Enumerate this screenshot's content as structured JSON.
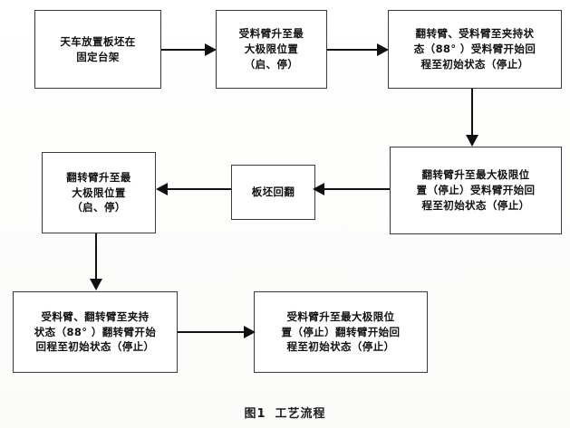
{
  "figure": {
    "caption_label": "图1",
    "caption_title": "工艺流程",
    "ink_color": "#111111",
    "box_border_color": "#3a3a3a",
    "background_color": "#ffffff"
  },
  "nodes": [
    {
      "id": "node-1",
      "name": "node-crane-place-slab",
      "text": "天车放置板坯在\n固定台架"
    },
    {
      "id": "node-2",
      "name": "node-receiving-arm-rise-max",
      "text": "受料臂升至最\n大极限位置\n（启、停）"
    },
    {
      "id": "node-3",
      "name": "node-arms-clamp-88-receiving-return",
      "text": "翻转臂、受料臂至夹持状\n态（88°  ）受料臂开始回\n程至初始状态（停止）"
    },
    {
      "id": "node-4",
      "name": "node-turnover-arm-rise-max-receiving-return",
      "text": "翻转臂升至最大极限位\n置（停止）受料臂开始回\n程至初始状态（停止）"
    },
    {
      "id": "node-5",
      "name": "node-slab-turn-back",
      "text": "板坯回翻"
    },
    {
      "id": "node-6",
      "name": "node-turnover-arm-rise-max",
      "text": "翻转臂升至最\n大极限位置\n（启、停）"
    },
    {
      "id": "node-7",
      "name": "node-arms-clamp-88-turnover-return",
      "text": "受料臂、翻转臂至夹持\n状态（88°  ）翻转臂开始\n回程至初始状态（停止）"
    },
    {
      "id": "node-8",
      "name": "node-receiving-arm-rise-max-turnover-return",
      "text": "受料臂升至最大极限位\n置（停止）翻转臂开始回\n程至初始状态（停止）"
    }
  ],
  "connectors": [
    {
      "name": "arrow-node1-to-node2",
      "direction": "right"
    },
    {
      "name": "arrow-node2-to-node3",
      "direction": "right"
    },
    {
      "name": "arrow-node3-to-node4",
      "direction": "down"
    },
    {
      "name": "arrow-node4-to-node5",
      "direction": "left"
    },
    {
      "name": "arrow-node5-to-node6",
      "direction": "left"
    },
    {
      "name": "arrow-node6-to-node7",
      "direction": "down"
    },
    {
      "name": "arrow-node7-to-node8",
      "direction": "right"
    }
  ]
}
